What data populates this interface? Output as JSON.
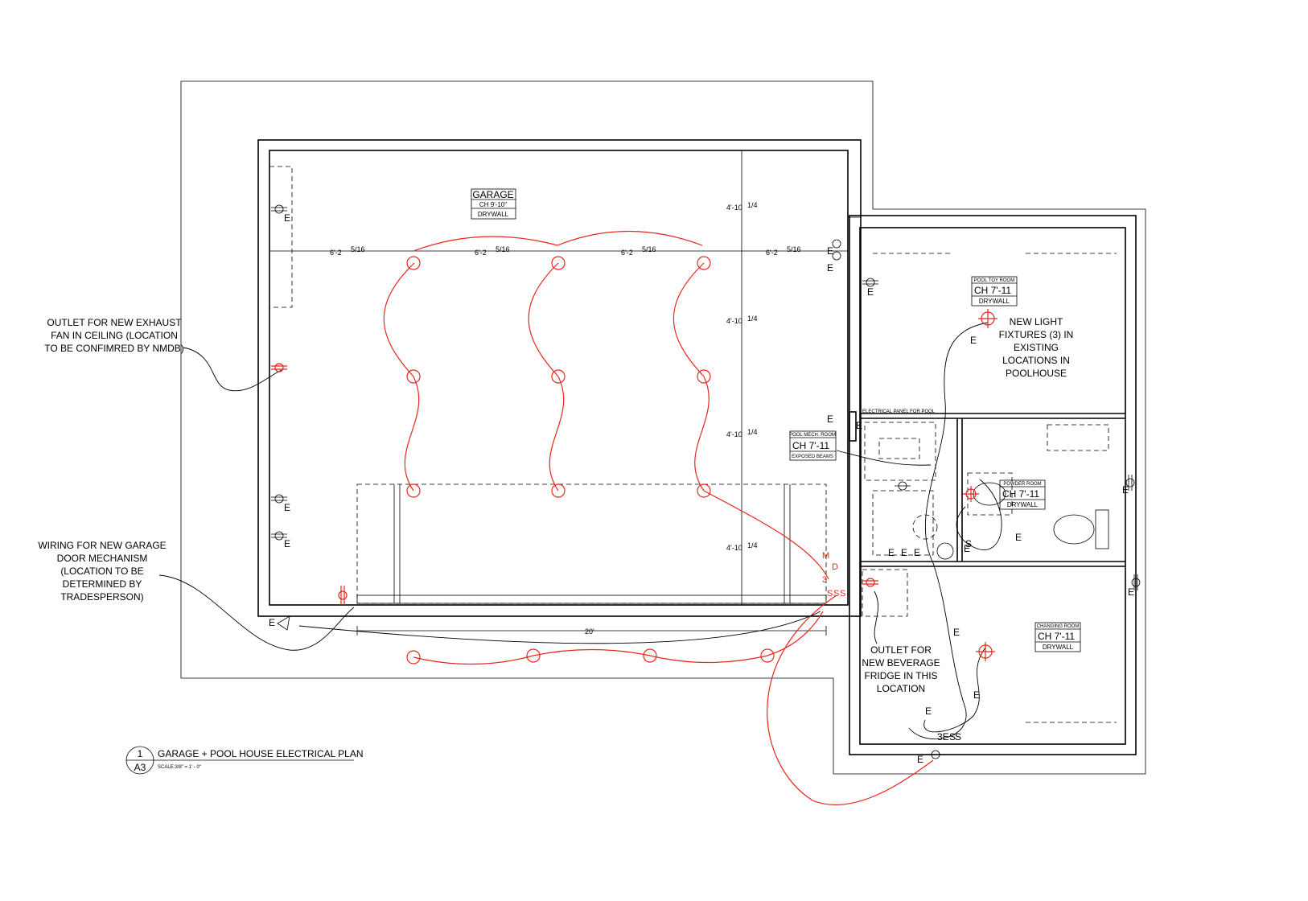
{
  "plan": {
    "title": "GARAGE + POOL HOUSE  ELECTRICAL PLAN",
    "scale": "SCALE:3/8\" = 1' - 0\"",
    "sheet_number": "1",
    "sheet_ref": "A3"
  },
  "rooms": {
    "garage": {
      "name": "GARAGE",
      "ceiling": "CH 9'-10\"",
      "finish": "DRYWALL"
    },
    "pool_toy": {
      "name": "POOL TOY ROOM",
      "ceiling": "CH 7'-11",
      "finish": "DRYWALL"
    },
    "pool_mech": {
      "name": "POOL MECH. ROOM",
      "ceiling": "CH 7'-11",
      "finish": "EXPOSED BEAMS"
    },
    "powder": {
      "name": "POWDER ROOM",
      "ceiling": "CH 7'-11",
      "finish": "DRYWALL"
    },
    "changing": {
      "name": "CHANGING ROOM",
      "ceiling": "CH 7'-11",
      "finish": "DRYWALL"
    },
    "electrical_panel": "ELECTRICAL PANEL FOR POOL"
  },
  "notes": {
    "exhaust_fan": [
      "OUTLET FOR NEW EXHAUST",
      "FAN IN CEILING (LOCATION",
      "TO BE CONFIMRED BY NMDB)"
    ],
    "garage_door": [
      "WIRING FOR NEW GARAGE",
      "DOOR MECHANISM",
      "(LOCATION TO BE",
      "DETERMINED BY",
      "TRADESPERSON)"
    ],
    "light_fixtures": [
      "NEW LIGHT",
      "FIXTURES (3) IN",
      "EXISTING",
      "LOCATIONS IN",
      "POOLHOUSE"
    ],
    "beverage_fridge": [
      "OUTLET FOR",
      "NEW BEVERAGE",
      "FRIDGE IN THIS",
      "LOCATION"
    ]
  },
  "dimensions": {
    "horizontal_spacing": "6'-2",
    "horizontal_fraction": "5/16",
    "vertical_spacing": "4'-10",
    "vertical_fraction": "1/4",
    "door_width": "20'"
  },
  "symbol_labels": {
    "existing": "E",
    "switch": "S",
    "three_way": "3",
    "motor": "M",
    "door": "D",
    "three_e": "3E"
  },
  "colors": {
    "new_work": "#e8261c",
    "existing": "#000000"
  }
}
